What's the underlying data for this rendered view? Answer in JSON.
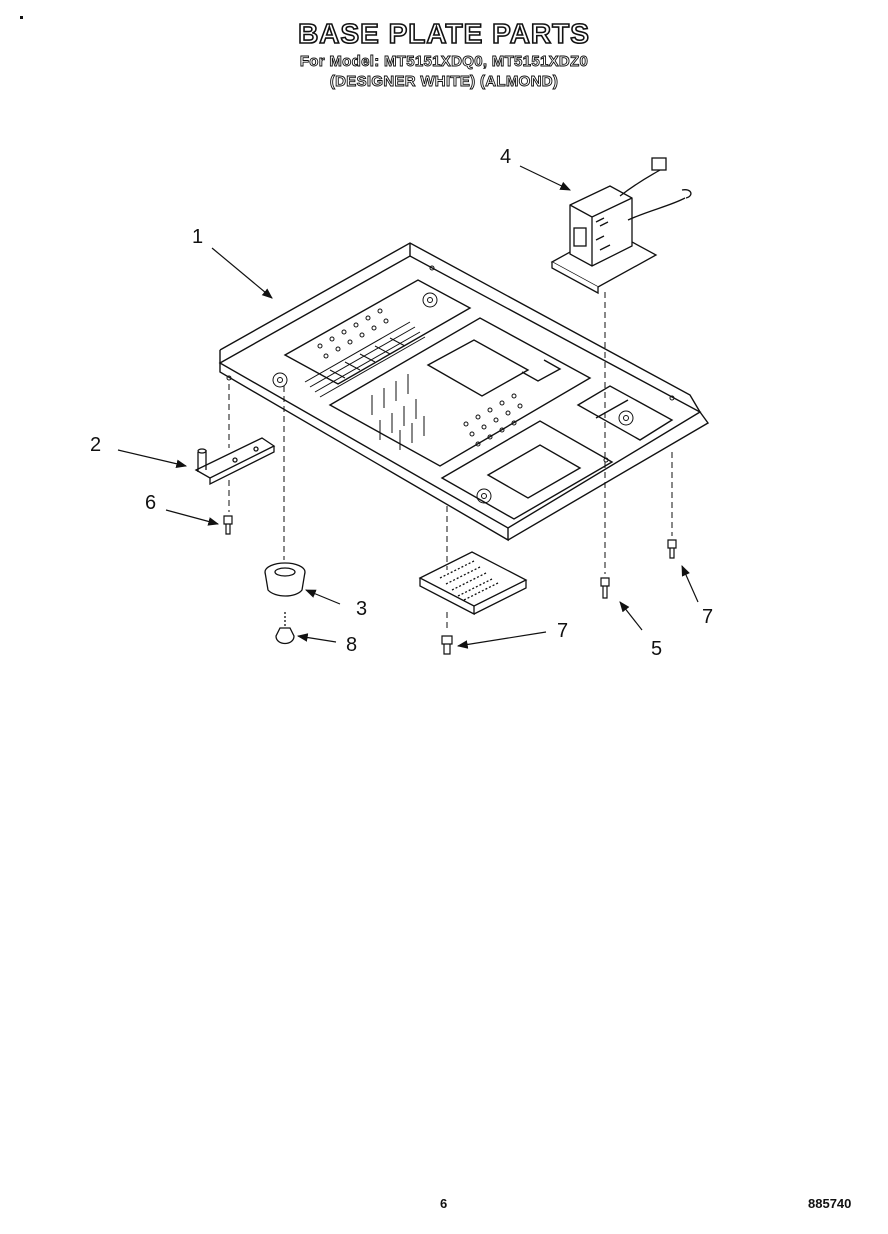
{
  "header": {
    "title": "BASE PLATE PARTS",
    "model_line": "For Model: MT5151XDQ0, MT5151XDZ0",
    "color_line": "(DESIGNER WHITE)  (ALMOND)"
  },
  "callouts": [
    {
      "id": "1",
      "label": "1"
    },
    {
      "id": "2",
      "label": "2"
    },
    {
      "id": "3",
      "label": "3"
    },
    {
      "id": "4",
      "label": "4"
    },
    {
      "id": "5",
      "label": "5"
    },
    {
      "id": "6",
      "label": "6"
    },
    {
      "id": "7a",
      "label": "7"
    },
    {
      "id": "7b",
      "label": "7"
    },
    {
      "id": "8",
      "label": "8"
    }
  ],
  "footer": {
    "page_number": "6",
    "document_number": "885740"
  }
}
